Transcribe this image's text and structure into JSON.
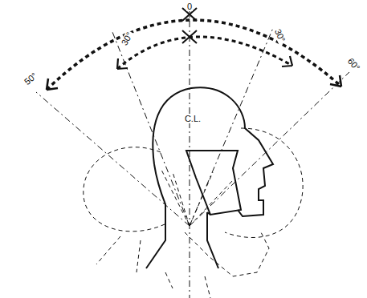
{
  "diagram": {
    "labels": [
      "0",
      "30°",
      "30°",
      "50°",
      "60°",
      "C.L."
    ]
  }
}
